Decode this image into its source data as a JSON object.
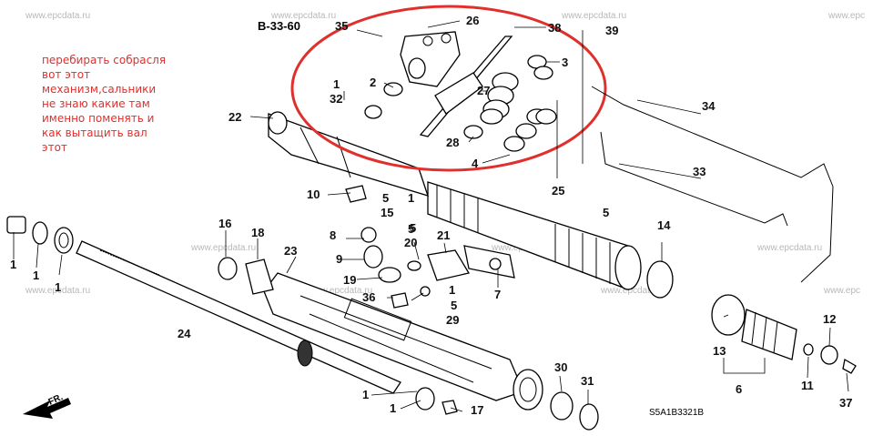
{
  "watermark": "www.epcdata.ru",
  "watermark_partial": "www.epc",
  "reference": "B-33-60",
  "drawing_code": "S5A1B3321B",
  "front_label": "FR.",
  "annotation": "перебирать собрасля\nвот этот\nмеханизм,сальники\nне знаю какие там\nименно поменять и\nкак вытащить вал\nэтот",
  "annotation_color": "#e0302c",
  "highlight_color": "#e0302c",
  "callouts": [
    "35",
    "26",
    "38",
    "39",
    "3",
    "1",
    "32",
    "2",
    "27",
    "22",
    "28",
    "4",
    "25",
    "34",
    "33",
    "10",
    "5",
    "1",
    "15",
    "5",
    "5",
    "14",
    "16",
    "18",
    "8",
    "21",
    "5",
    "20",
    "9",
    "23",
    "1",
    "1",
    "1",
    "19",
    "7",
    "36",
    "1",
    "5",
    "29",
    "24",
    "12",
    "13",
    "11",
    "6",
    "37",
    "30",
    "31",
    "1",
    "1",
    "17"
  ]
}
